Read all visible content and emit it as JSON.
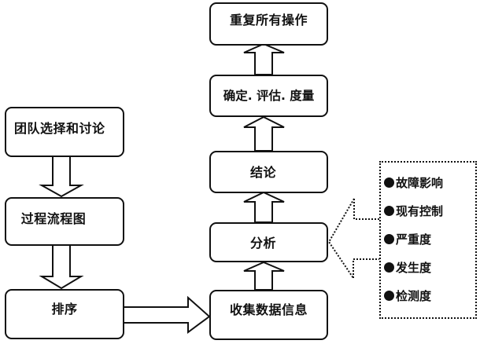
{
  "diagram": {
    "left_column": [
      {
        "id": "team",
        "label": "团队选择和讨论"
      },
      {
        "id": "process",
        "label": "过程流程图"
      },
      {
        "id": "sort",
        "label": "排序"
      }
    ],
    "right_column": [
      {
        "id": "collect",
        "label": "收集数据信息"
      },
      {
        "id": "analysis",
        "label": "分析"
      },
      {
        "id": "conclusion",
        "label": "结论"
      },
      {
        "id": "determine",
        "label": "确定. 评估. 度量"
      },
      {
        "id": "repeat",
        "label": "重复所有操作"
      }
    ],
    "analysis_details": {
      "items": [
        "故障影响",
        "现有控制",
        "严重度",
        "发生度",
        "检测度"
      ],
      "bullet_icon": "filled-circle"
    },
    "flows": [
      {
        "from": "team",
        "to": "process",
        "direction": "down"
      },
      {
        "from": "process",
        "to": "sort",
        "direction": "down"
      },
      {
        "from": "sort",
        "to": "collect",
        "direction": "right"
      },
      {
        "from": "collect",
        "to": "analysis",
        "direction": "up"
      },
      {
        "from": "analysis",
        "to": "conclusion",
        "direction": "up"
      },
      {
        "from": "conclusion",
        "to": "determine",
        "direction": "up"
      },
      {
        "from": "determine",
        "to": "repeat",
        "direction": "up"
      },
      {
        "from": "analysis",
        "to": "analysis_details",
        "style": "dotted-callout"
      }
    ]
  }
}
